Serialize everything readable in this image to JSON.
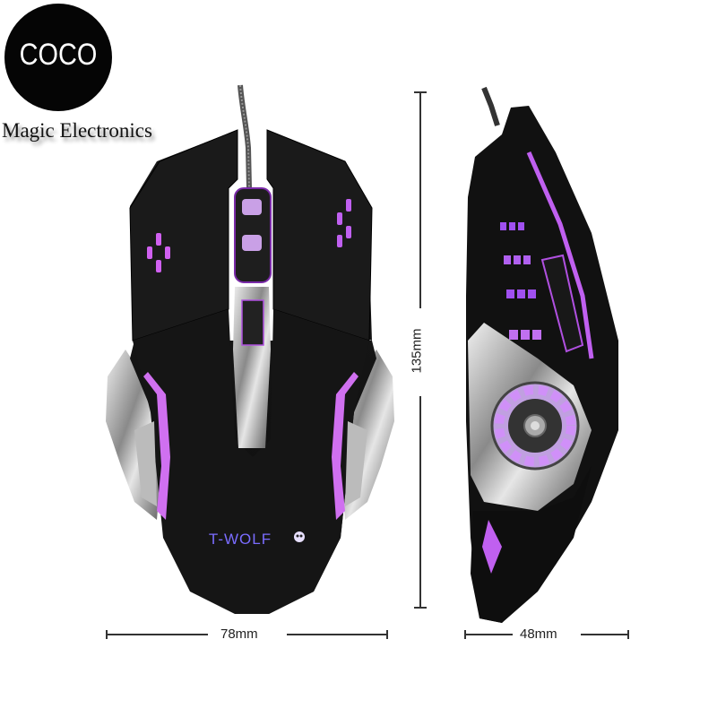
{
  "logo": {
    "badge_text": "COCO",
    "brand_name": "Magic Electronics"
  },
  "product": {
    "brand_mark": "T-WOLF",
    "views": [
      "top-view",
      "side-view"
    ],
    "colors": {
      "body": "#141414",
      "accent_glow": "#c060e8",
      "chrome": "#c8c8c8",
      "logo_text": "#7a6cff"
    }
  },
  "dimensions": {
    "width_top": "78mm",
    "length": "135mm",
    "width_side": "48mm"
  }
}
